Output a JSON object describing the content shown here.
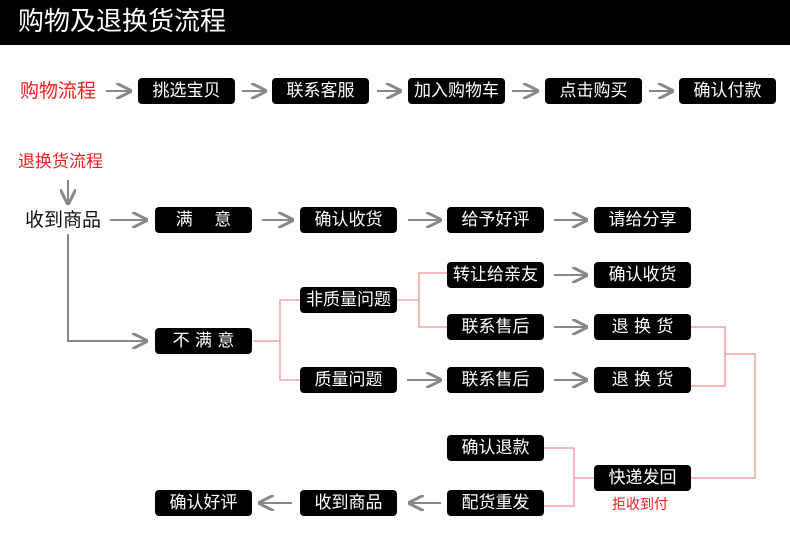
{
  "header": {
    "title": "购物及退换货流程"
  },
  "shopping": {
    "label": "购物流程",
    "steps": [
      "挑选宝贝",
      "联系客服",
      "加入购物车",
      "点击购买",
      "确认付款"
    ]
  },
  "returns": {
    "label": "退换货流程",
    "start": "收到商品",
    "satisfied": {
      "label": "满    意",
      "steps": [
        "确认收货",
        "给予好评",
        "请给分享"
      ]
    },
    "unsatisfied": {
      "label": "不 满 意"
    },
    "non_quality": {
      "label": "非质量问题",
      "gift": "转让给亲友",
      "gift_result": "确认收货",
      "contact": "联系售后",
      "contact_result": "退 换 货"
    },
    "quality": {
      "label": "质量问题",
      "contact": "联系售后",
      "result": "退 换 货"
    },
    "express": {
      "label": "快递发回",
      "note": "拒收到付"
    },
    "refund": "确认退款",
    "reship": "配货重发",
    "received": "收到商品",
    "review": "确认好评"
  },
  "colors": {
    "accent": "#f01e1e",
    "connector": "#f4a0a0",
    "arrow": "#888888"
  }
}
